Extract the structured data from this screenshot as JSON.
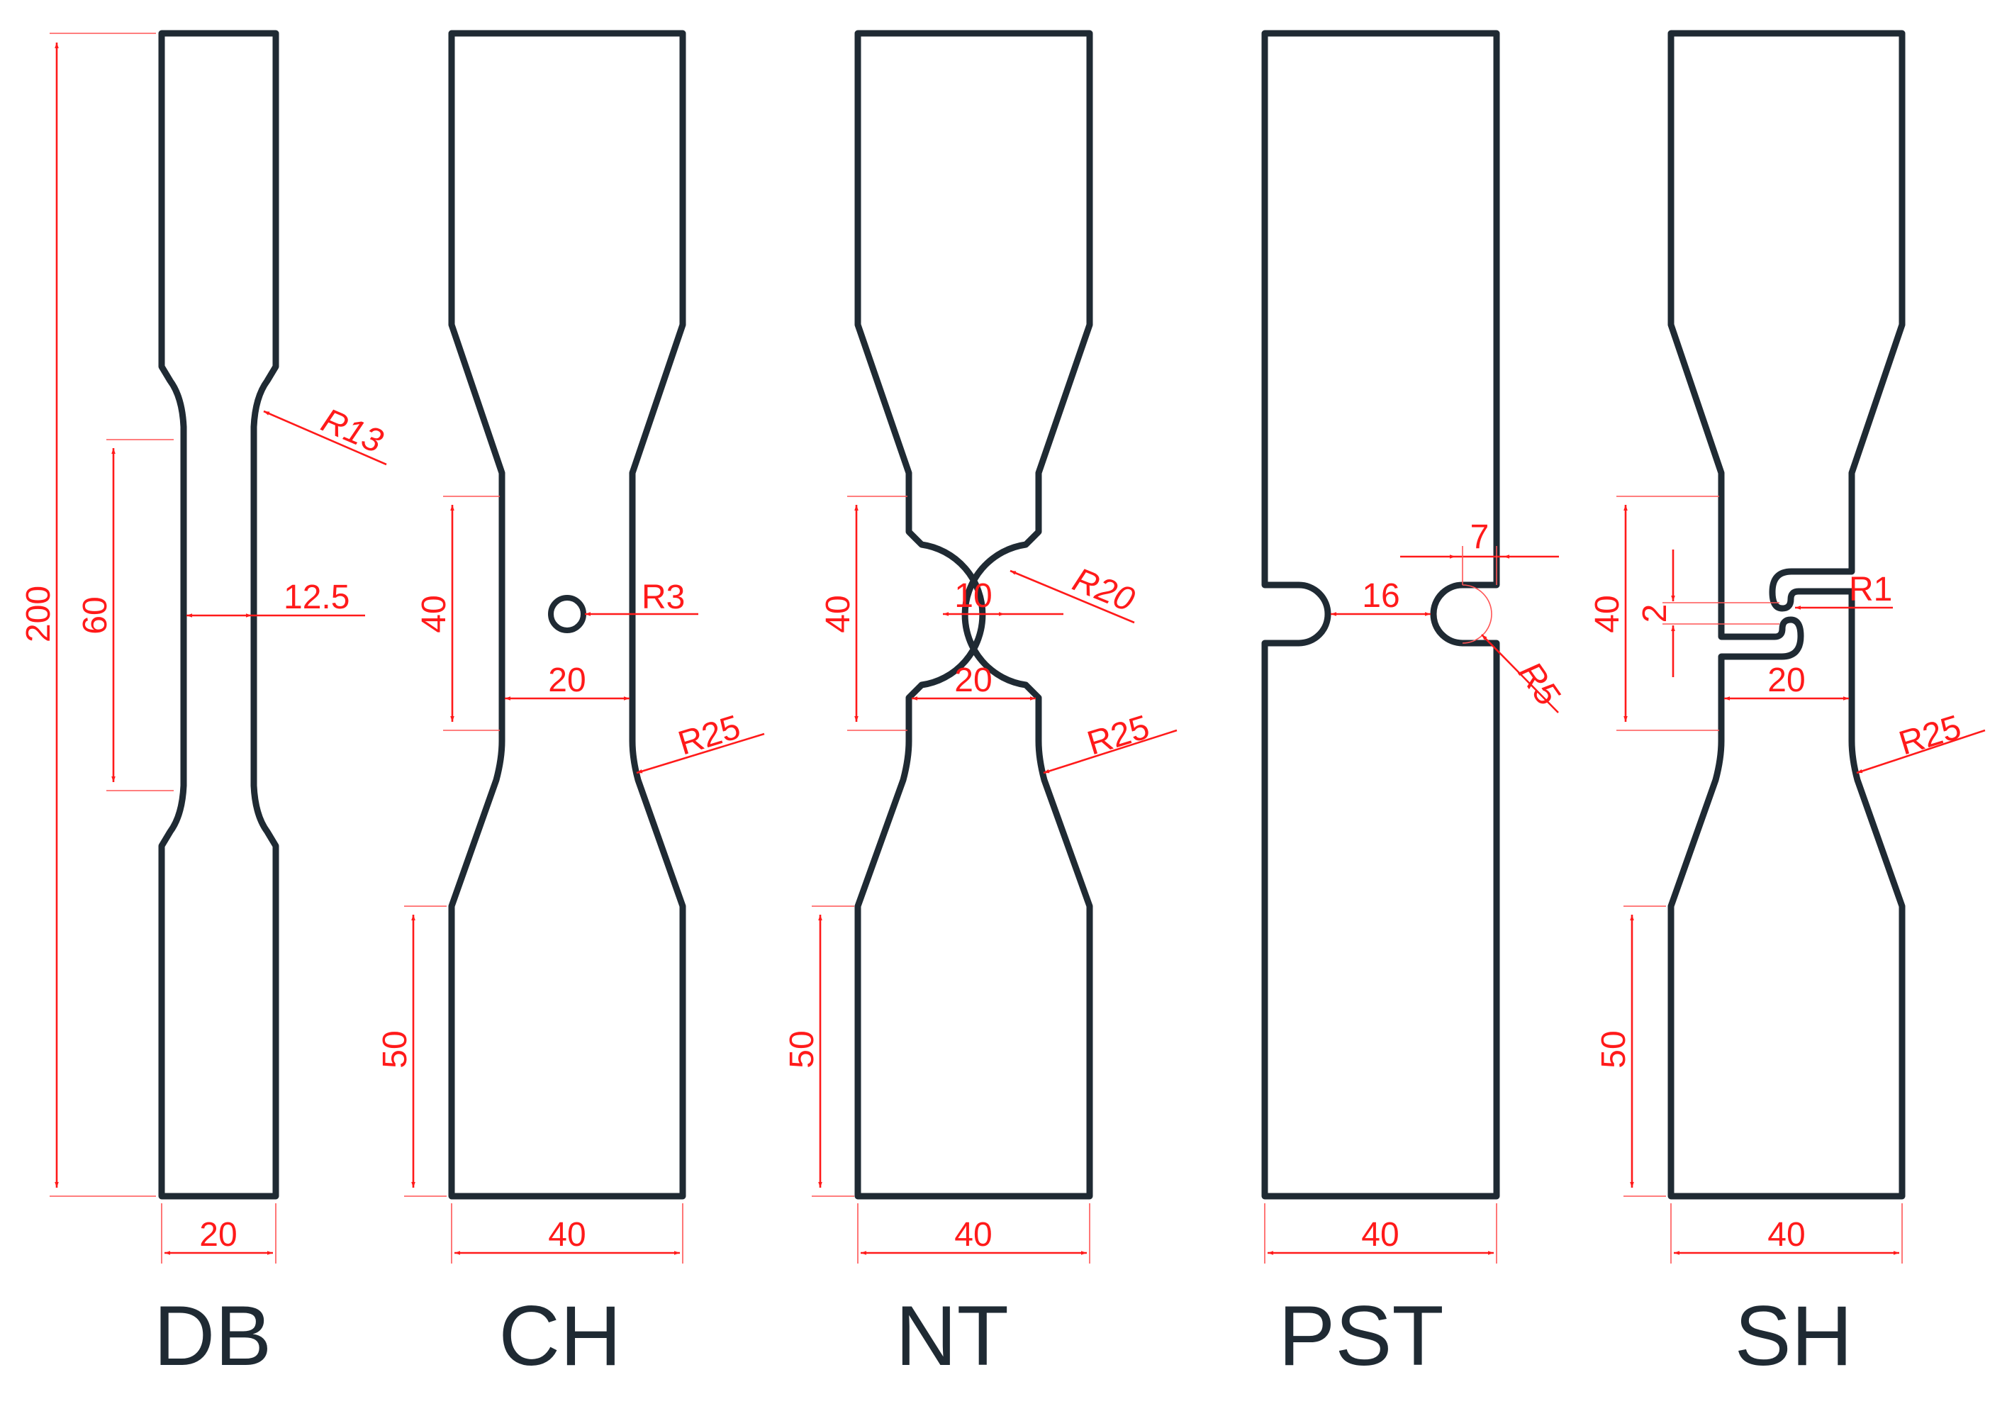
{
  "specimens": [
    {
      "id": "DB",
      "label": "DB"
    },
    {
      "id": "CH",
      "label": "CH"
    },
    {
      "id": "NT",
      "label": "NT"
    },
    {
      "id": "PST",
      "label": "PST"
    },
    {
      "id": "SH",
      "label": "SH"
    }
  ],
  "dimensions": {
    "db": {
      "overall_length": "200",
      "gauge_length": "60",
      "radius": "R13",
      "gauge_width": "12.5",
      "grip_width": "20"
    },
    "ch": {
      "hole_radius": "R3",
      "center_length": "40",
      "min_width": "20",
      "radius": "R25",
      "grip_length": "50",
      "width": "40"
    },
    "nt": {
      "notch_width": "10",
      "notch_radius": "R20",
      "center_length": "40",
      "min_width": "20",
      "radius": "R25",
      "grip_length": "50",
      "width": "40"
    },
    "pst": {
      "slot_width": "7",
      "ligament": "16",
      "slot_radius": "R5",
      "width": "40"
    },
    "sh": {
      "slot_radius": "R1",
      "center_length": "40",
      "offset": "2",
      "min_width": "20",
      "radius": "R25",
      "grip_length": "50",
      "width": "40"
    }
  },
  "colors": {
    "outline": "#1f2a33",
    "dimension": "#ff1a1a"
  }
}
